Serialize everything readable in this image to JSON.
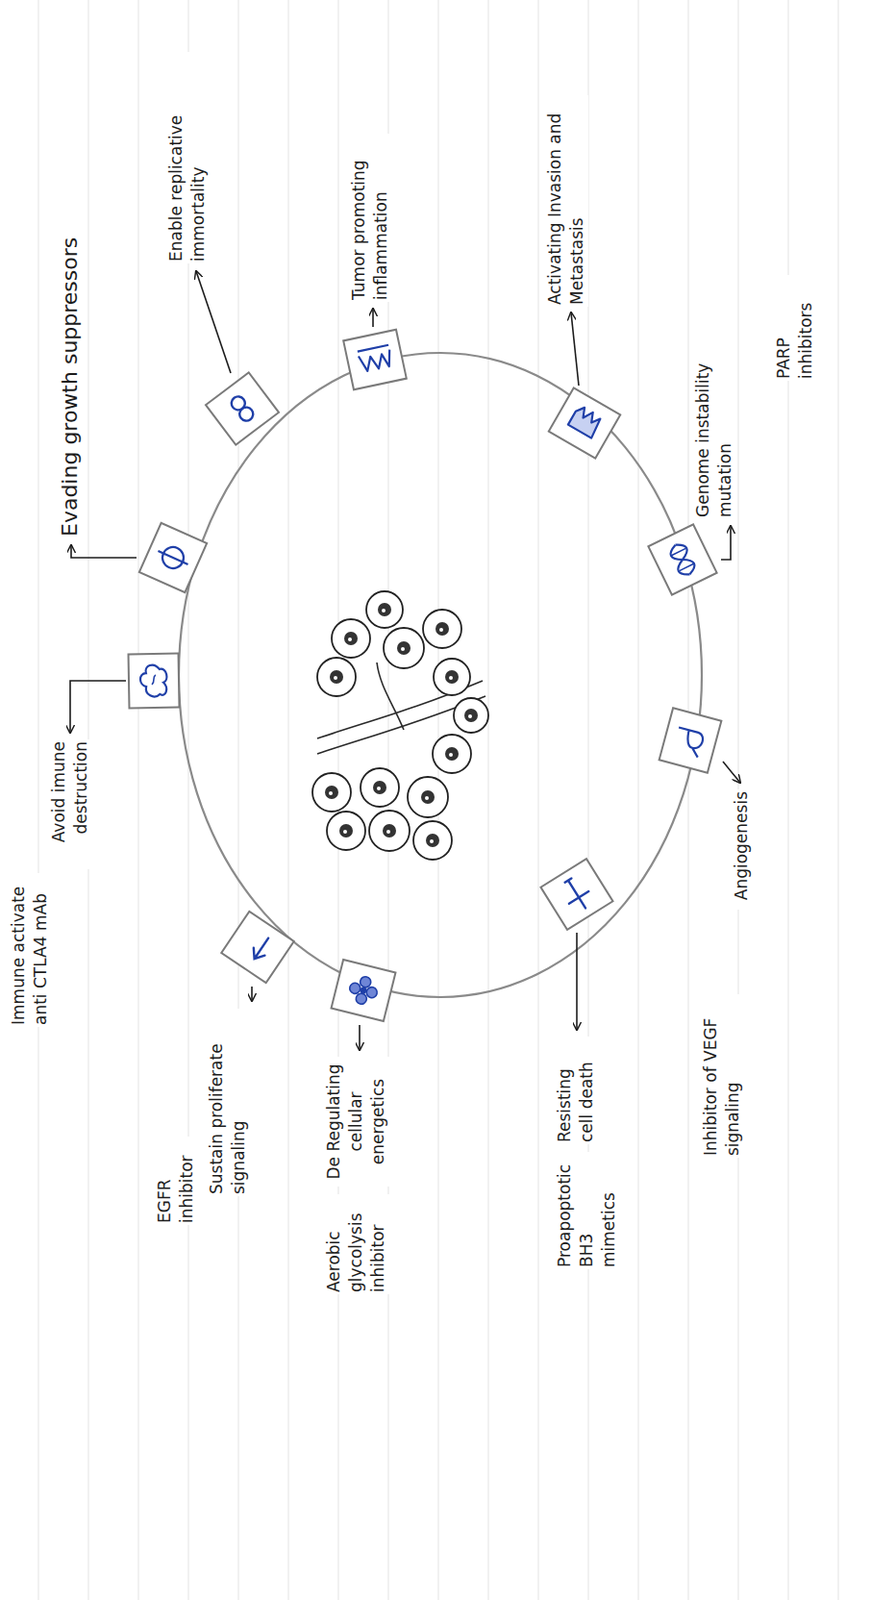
{
  "diagram": {
    "labels": [
      "Evading growth suppressors",
      "Enable replicative immortality",
      "Tumor promoting inflammation",
      "Activating Invasion and Metastasis",
      "Genome instability mutation",
      "PARP inhibitors",
      "Angiogenesis",
      "Inhibitor of VEGF signaling",
      "Resisting cell death",
      "Proapoptotic BH3 mimetics",
      "De Regulating cellular energetics",
      "Aerobic glycolysis inhibitor",
      "Sustain proliferate signaling",
      "EGFR inhibitor",
      "Avoid imune destruction",
      "Immune activate anti CTLA4 mAb"
    ]
  }
}
